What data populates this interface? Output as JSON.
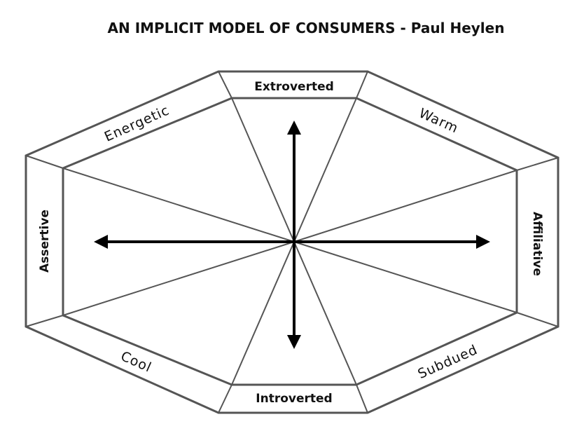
{
  "title": "AN IMPLICIT MODEL OF CONSUMERS - Paul Heylen",
  "segments": {
    "top": "Extroverted",
    "top_right": "Warm",
    "right": "Affiliative",
    "bottom_right": "Subdued",
    "bottom": "Introverted",
    "bottom_left": "Cool",
    "left": "Assertive",
    "top_left": "Energetic"
  },
  "colors": {
    "outline": "#555555",
    "axis": "#000000",
    "text": "#111111"
  }
}
